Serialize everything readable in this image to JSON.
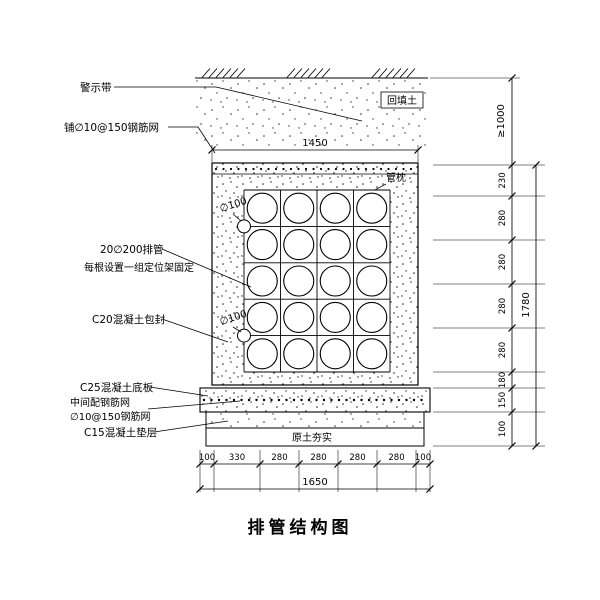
{
  "title": "排管结构图",
  "labels": {
    "warning_tape": "警示带",
    "top_mesh": "铺∅10@150钢筋网",
    "backfill": "回填土",
    "pipe_pillow": "管枕",
    "pipes_line1": "20∅200排管",
    "pipes_line2": "每根设置一组定位架固定",
    "dia100": "∅100",
    "encasement": "C20混凝土包封",
    "base_slab": "C25混凝土底板",
    "mid_mesh_line1": "中间配钢筋网",
    "mid_mesh_line2": "∅10@150钢筋网",
    "cushion": "C15混凝土垫层",
    "compacted_soil": "原土夯实"
  },
  "dimensions": {
    "top_width": "1450",
    "bottom_total": "1650",
    "right_total": "1780",
    "cover_depth": "≥1000",
    "bottom_segments": [
      "100",
      "330",
      "280",
      "280",
      "280",
      "280",
      "100"
    ],
    "right_segments": [
      "230",
      "280",
      "280",
      "280",
      "280",
      "180",
      "150",
      "100"
    ]
  },
  "pipes": {
    "rows": 5,
    "cols": 4,
    "count": 20
  }
}
